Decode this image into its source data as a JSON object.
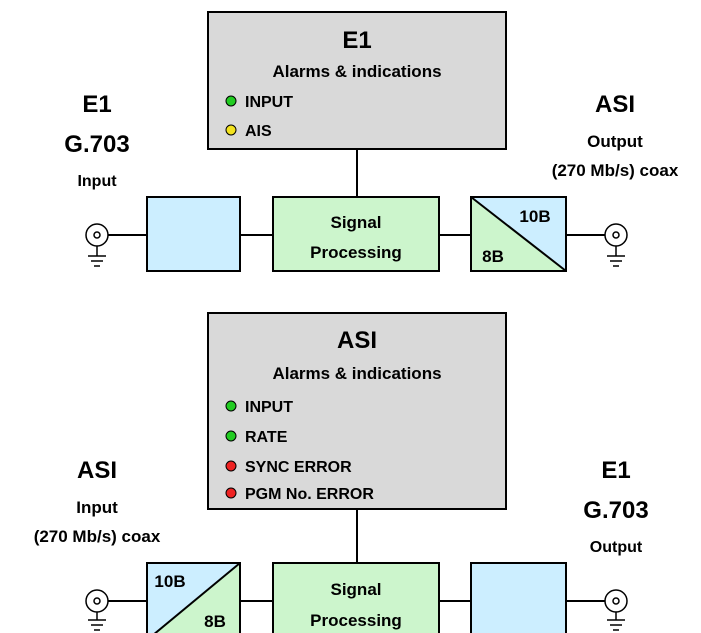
{
  "colors": {
    "stroke": "#000000",
    "status_box": "#d9d9d9",
    "light_blue": "#cceeff",
    "light_green": "#ccf5cc",
    "led_green": "#22cc22",
    "led_yellow": "#f2e21f",
    "led_red": "#ee2222"
  },
  "top": {
    "status_title": "E1",
    "status_subtitle": "Alarms & indications",
    "indicators": [
      {
        "label": "INPUT",
        "color": "green"
      },
      {
        "label": "AIS",
        "color": "yellow"
      }
    ],
    "left_port": {
      "line1": "E1",
      "line2": "G.703",
      "line3": "Input"
    },
    "right_port": {
      "line1": "ASI",
      "line2": "Output",
      "line3": "(270 Mb/s) coax"
    },
    "processing": {
      "line1": "Signal",
      "line2": "Processing"
    },
    "encoder": {
      "upper": "10B",
      "lower": "8B"
    }
  },
  "bottom": {
    "status_title": "ASI",
    "status_subtitle": "Alarms & indications",
    "indicators": [
      {
        "label": "INPUT",
        "color": "green"
      },
      {
        "label": "RATE",
        "color": "green"
      },
      {
        "label": "SYNC ERROR",
        "color": "red"
      },
      {
        "label": "PGM No. ERROR",
        "color": "red"
      }
    ],
    "left_port": {
      "line1": "ASI",
      "line2": "Input",
      "line3": "(270 Mb/s) coax"
    },
    "right_port": {
      "line1": "E1",
      "line2": "G.703",
      "line3": "Output"
    },
    "processing": {
      "line1": "Signal",
      "line2": "Processing"
    },
    "decoder": {
      "upper": "10B",
      "lower": "8B"
    }
  }
}
